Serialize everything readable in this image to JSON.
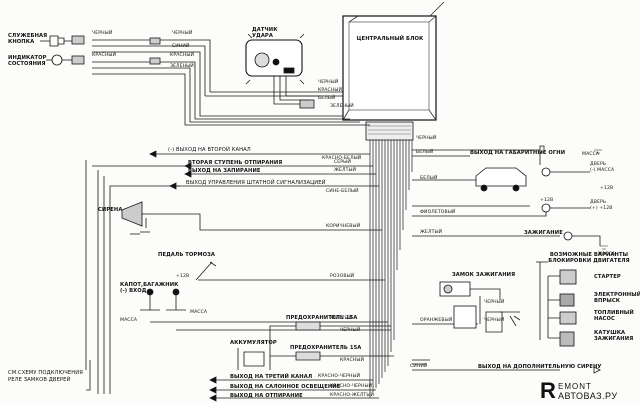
{
  "main_unit": {
    "label": "ЦЕНТРАЛЬНЫЙ БЛОК"
  },
  "shock_sensor": {
    "label": "ДАТЧИК УДАРА"
  },
  "left_inputs": {
    "service_button": "СЛУЖЕБНАЯ КНОПКА",
    "status_indicator": "ИНДИКАТОР СОСТОЯНИЯ"
  },
  "top_wire_colors": {
    "service_1": "ЧЕРНЫЙ",
    "service_2": "ЧЕРНЫЙ",
    "service_3": "СИНИЙ",
    "indicator_1": "КРАСНЫЙ",
    "indicator_2": "КРАСНЫЙ",
    "indicator_3": "ЗЕЛЕНЫЙ"
  },
  "sensor_wires": {
    "w1": "ЧЕРНЫЙ",
    "w2": "КРАСНЫЙ",
    "w3": "БЕЛЫЙ",
    "w4": "ЗЕЛЕНЫЙ"
  },
  "left_outputs": [
    {
      "label": "(-) ВЫХОД НА ВТОРОЙ КАНАЛ",
      "color": "КРАСНО-БЕЛЫЙ"
    },
    {
      "label": "ВТОРАЯ СТУПЕНЬ ОТПИРАНИЯ",
      "color": "СЕРЫЙ"
    },
    {
      "label": "ВЫХОД НА ЗАПИРАНИЕ",
      "color": "ЖЕЛТЫЙ"
    },
    {
      "label": "ВЫХОД УПРАВЛЕНИЯ ШТАТНОЙ СИГНАЛИЗАЦИЕЙ",
      "color": "СИНЕ-БЕЛЫЙ"
    }
  ],
  "siren": {
    "label": "СИРЕНА",
    "color": "КОРИЧНЕВЫЙ"
  },
  "brake": {
    "label": "ПЕДАЛЬ ТОРМОЗА",
    "voltage": "+12В",
    "color": "РОЗОВЫЙ"
  },
  "hood": {
    "label": "КАПОТ,БАГАЖНИК (-) ВХОД",
    "ground_1": "МАССА",
    "ground_2": "МАССА",
    "color": "ЖЕЛТЫЙ"
  },
  "fuse_1": {
    "label": "ПРЕДОХРАНИТЕЛЬ 15А",
    "color": "ЧЕРНЫЙ"
  },
  "battery": {
    "label": "АККУМУЛЯТОР"
  },
  "fuse_2": {
    "label": "ПРЕДОХРАНИТЕЛЬ 15А",
    "color": "КРАСНЫЙ"
  },
  "door_lock_note": {
    "line1": "СМ.СХЕМУ ПОДКЛЮЧЕНИЯ",
    "line2": "РЕЛЕ ЗАМКОВ ДВЕРЕЙ"
  },
  "bottom_outputs": [
    {
      "label": "ВЫХОД НА ТРЕТИЙ КАНАЛ",
      "color": "КРАСНО-ЧЕРНЫЙ"
    },
    {
      "label": "ВЫХОД НА САЛОННОЕ ОСВЕЩЕНИЕ",
      "color": "КРАСНО-ЧЕРНЫЙ"
    },
    {
      "label": "ВЫХОД НА ОТПИРАНИЕ",
      "color": "КРАСНО-ЖЕЛТЫЙ"
    }
  ],
  "right_side": {
    "black_wire": "ЧЕРНЫЙ",
    "ground_top": "МАССА",
    "white_1": "БЕЛЫЙ",
    "side_lights": "ВЫХОД НА ГАБАРИТНЫЕ ОГНИ",
    "door_1": "ДВЕРЬ",
    "door_ground": "(-) МАССА",
    "plus12_1": "+12В",
    "white_2": "БЕЛЫЙ",
    "purple": "ФИОЛЕТОВЫЙ",
    "plus12_2": "+12В",
    "door_2": "ДВЕРЬ",
    "door_plus": "(+) +12В",
    "yellow": "ЖЕЛТЫЙ",
    "ignition": "ЗАЖИГАНИЕ",
    "ground_mid": "МАССА"
  },
  "engine_block": {
    "title_1": "ВОЗМОЖНЫЕ ВАРИАНТЫ",
    "title_2": "БЛОКИРОВКИ ДВИГАТЕЛЯ",
    "ignition_lock": "ЗАМОК ЗАЖИГАНИЯ",
    "black": "ЧЕРНЫЙ",
    "black_2": "ЧЕРНЫЙ",
    "orange": "ОРАНЖЕВЫЙ",
    "options": [
      "СТАРТЕР",
      "ЭЛЕКТРОННЫЙ ВПРЫСК",
      "ТОПЛИВНЫЙ НАСОС",
      "КАТУШКА ЗАЖИГАНИЯ"
    ]
  },
  "additional_siren": {
    "label": "ВЫХОД НА ДОПОЛНИТЕЛЬНУЮ СИРЕНУ",
    "color": "СИНИЙ"
  },
  "watermark": {
    "r": "R",
    "line1": "EMONT",
    "line2": "АВТОВАЗ.РУ"
  }
}
